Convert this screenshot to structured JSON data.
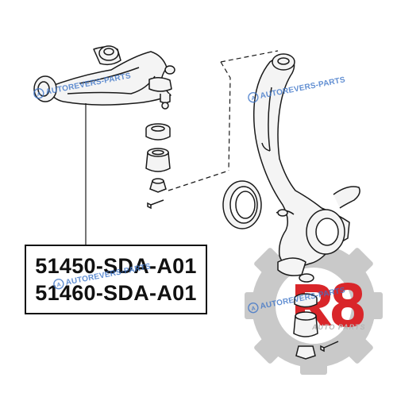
{
  "part_numbers": [
    "51450-SDA-A01",
    "51460-SDA-A01"
  ],
  "watermark": {
    "text": "AUTOREVERS-PARTS",
    "color": "#3c74c8"
  },
  "logo": {
    "mark": "R8",
    "subtitle": "AUTO PARTS",
    "gear_color": "#bdbdbd",
    "mark_color": "#d9262a"
  },
  "colors": {
    "line": "#1a1a1a",
    "part_fill": "#f4f4f4"
  }
}
